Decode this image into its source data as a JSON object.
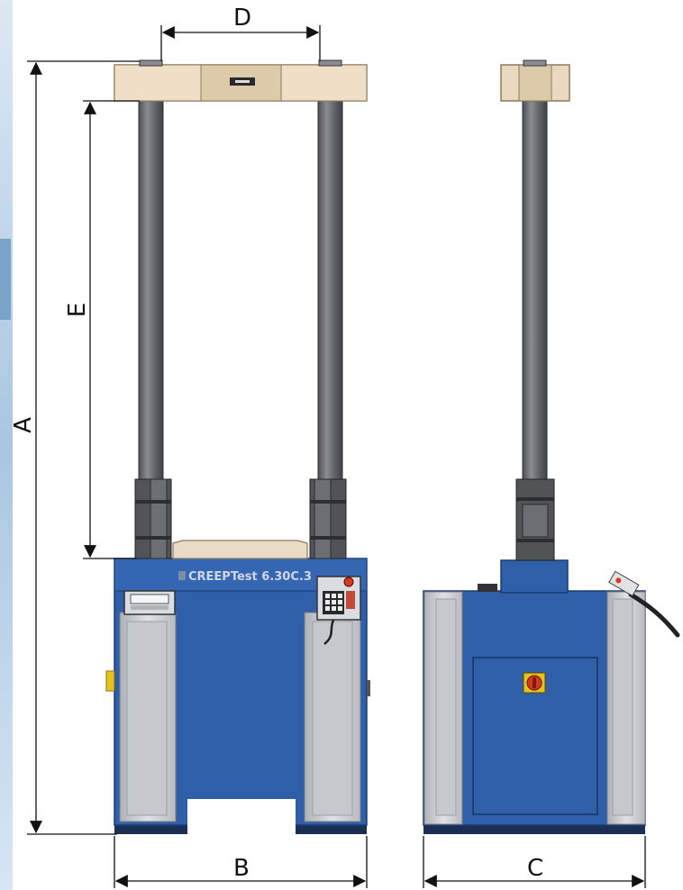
{
  "dimensions": {
    "a": "A",
    "b": "B",
    "c": "C",
    "d": "D",
    "e": "E"
  },
  "machine": {
    "brand_text": "CREEPTest 6.30C.3"
  },
  "colors": {
    "frame_blue": "#2f5fa8",
    "frame_blue_dark": "#1f4684",
    "crosshead": "#e8d9bf",
    "column": "#6f7377",
    "side_panel": "#c9ccd0",
    "background_blue": "#b9d3ea",
    "emergency_red": "#d33a1f",
    "emergency_yellow": "#e7c21a"
  },
  "icons": {
    "control_panel": "control-panel-icon",
    "emergency_stop": "emergency-stop-icon",
    "display": "display-screen-icon"
  }
}
